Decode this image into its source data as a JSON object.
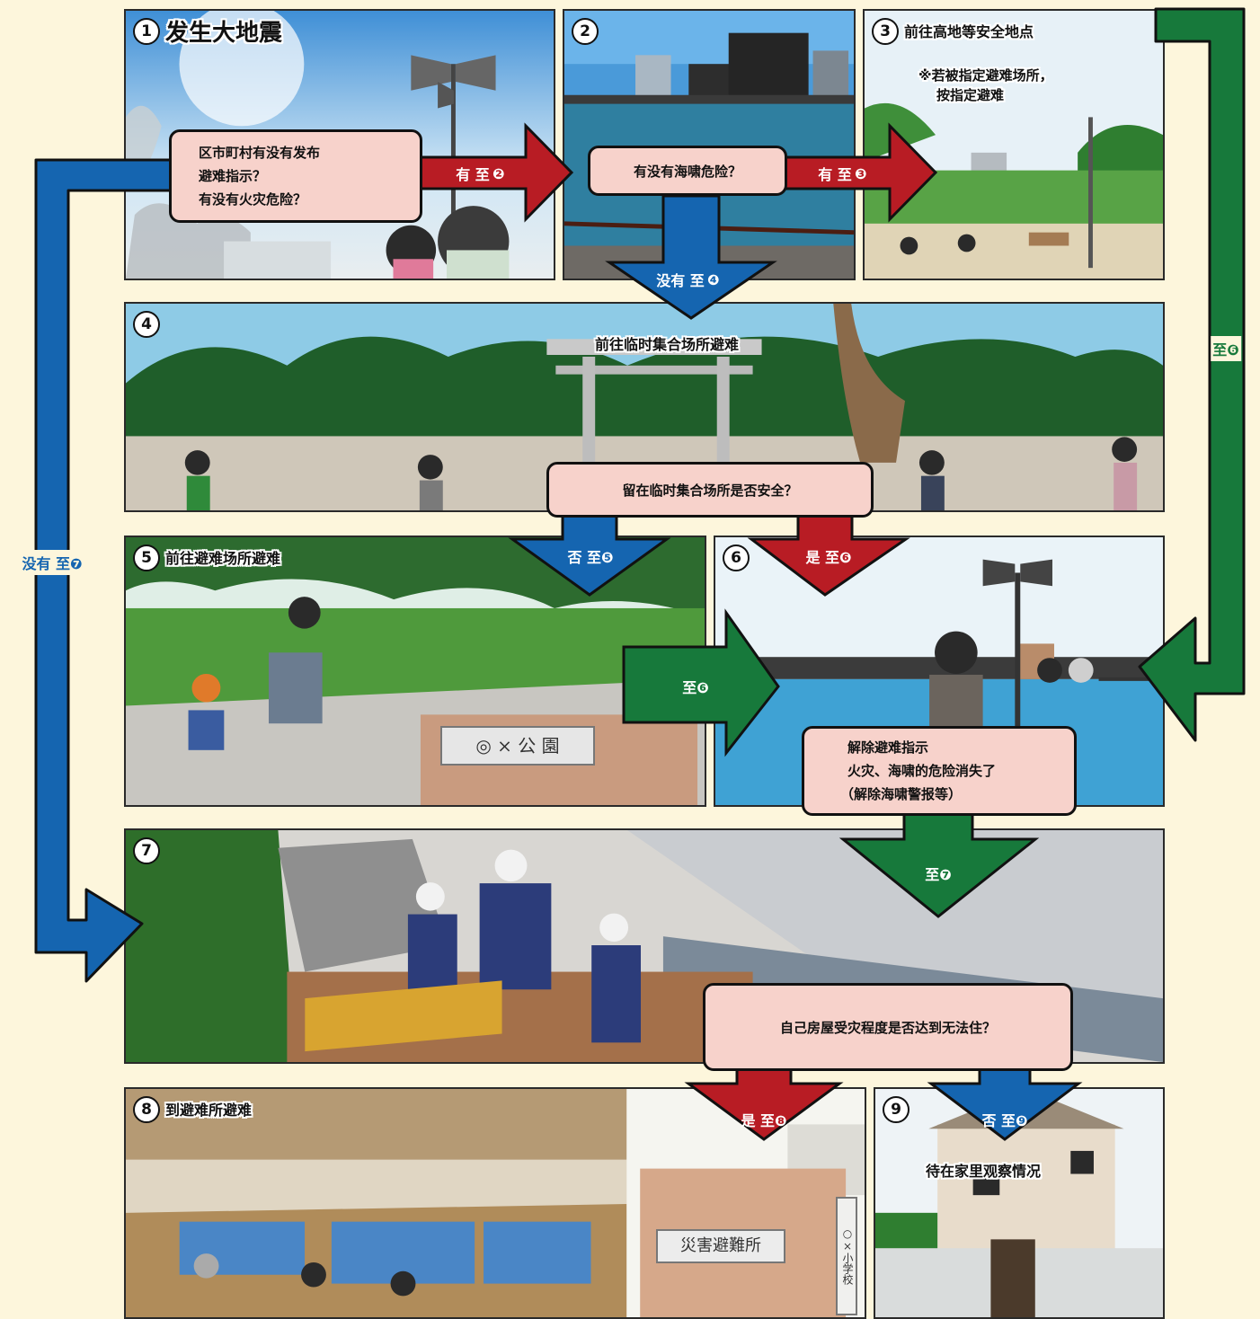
{
  "panels": {
    "p1": {
      "num": "1",
      "title": "发生大地震"
    },
    "p2": {
      "num": "2"
    },
    "p3": {
      "num": "3",
      "title": "前往高地等安全地点",
      "note_line1": "※若被指定避难场所，",
      "note_line2": "按指定避难"
    },
    "p4": {
      "num": "4",
      "title": "前往临时集合场所避难"
    },
    "p5": {
      "num": "5",
      "title": "前往避难场所避难",
      "sign": "◎ × 公 園"
    },
    "p6": {
      "num": "6"
    },
    "p7": {
      "num": "7"
    },
    "p8": {
      "num": "8",
      "title": "到避难所避难",
      "sign": "災害避難所",
      "school_sign": "○×小学校"
    },
    "p9": {
      "num": "9",
      "title": "待在家里观察情况"
    }
  },
  "questions": {
    "q1": {
      "line1": "区市町村有没有发布",
      "line2": "避难指示？",
      "line3": "有没有火灾危险？"
    },
    "q2": {
      "line1": "有没有海啸危险？"
    },
    "q4": {
      "line1": "留在临时集合场所是否安全？"
    },
    "q6": {
      "line1": "解除避难指示",
      "line2": "火灾、海啸的危险消失了",
      "line3": "（解除海啸警报等）"
    },
    "q7": {
      "line1": "自己房屋受灾程度是否达到无法住？"
    }
  },
  "arrows": {
    "a1_yes": {
      "text": "有 至",
      "target": "❷"
    },
    "a2_yes": {
      "text": "有 至",
      "target": "❸"
    },
    "a2_no": {
      "text": "没有 至",
      "target": "❹"
    },
    "a1_no": {
      "text": "没有 至",
      "target": "❼"
    },
    "a3_to6": {
      "text": "至",
      "target": "❻"
    },
    "a4_no": {
      "text": "否 至",
      "target": "❺"
    },
    "a4_yes": {
      "text": "是 至",
      "target": "❻"
    },
    "a5_to6": {
      "text": "至",
      "target": "❻"
    },
    "a6_to7": {
      "text": "至",
      "target": "❼"
    },
    "a7_yes": {
      "text": "是 至",
      "target": "❽"
    },
    "a7_no": {
      "text": "否 至",
      "target": "❾"
    }
  },
  "colors": {
    "red": "#b81c24",
    "blue": "#1565b0",
    "green": "#17793b",
    "box": "#f7d2cb",
    "background": "#fdf6dc"
  }
}
